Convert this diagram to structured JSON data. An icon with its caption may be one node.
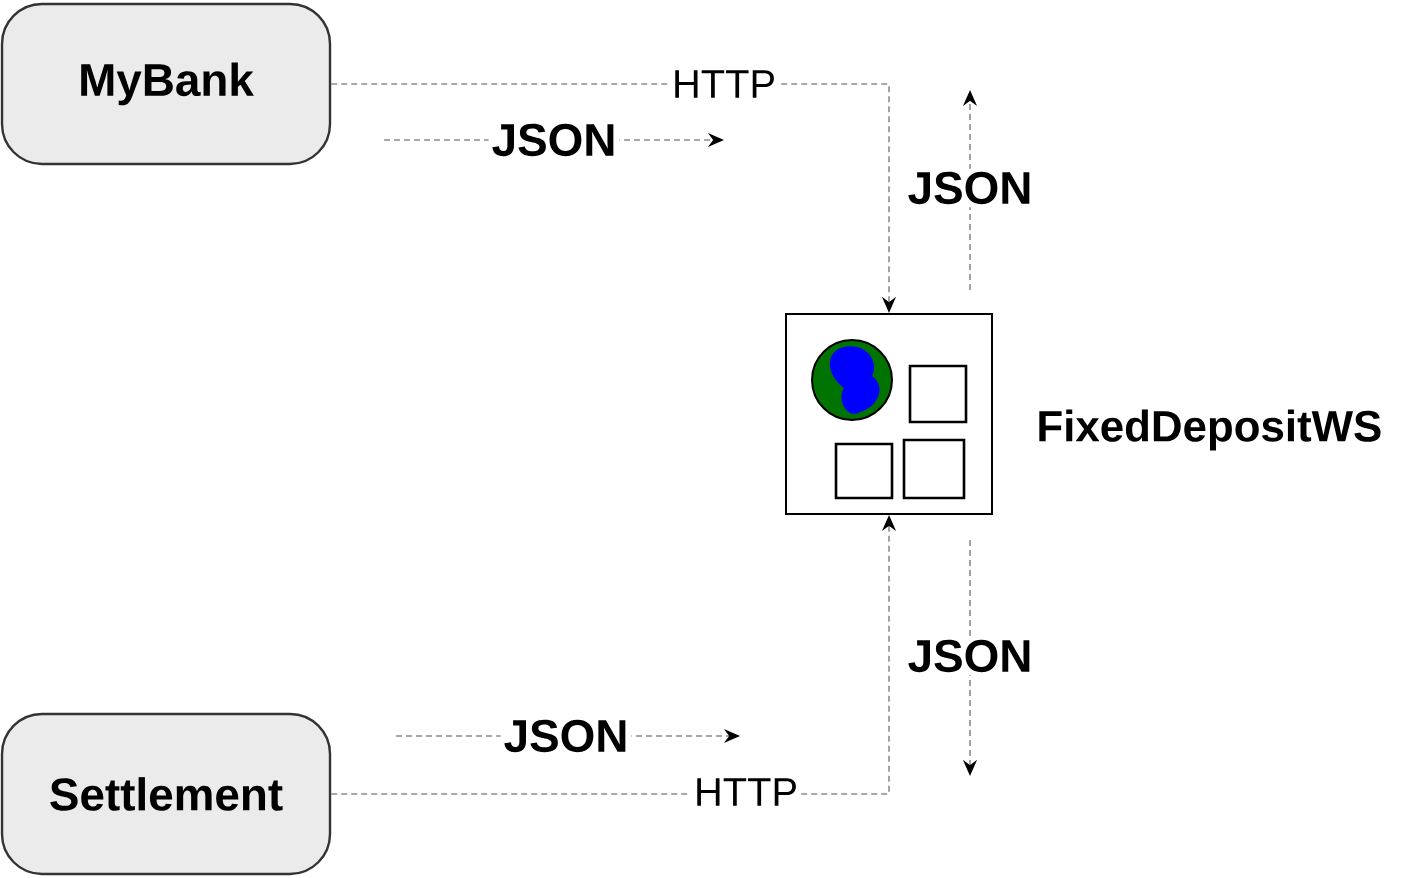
{
  "diagram": {
    "nodes": [
      {
        "text": [
          "MyBank"
        ]
      },
      {
        "text": [
          "Settlement"
        ]
      },
      {
        "text": [],
        "shape": "box",
        "beside": [
          "FixedDepositWS"
        ]
      }
    ],
    "edges": [
      {
        "from": 0,
        "to": 2,
        "arrow": "to",
        "label": "HTTP",
        "style": "dashed"
      },
      {
        "from": 1,
        "to": 2,
        "arrow": "to",
        "label": "HTTP",
        "style": "dashed"
      }
    ],
    "labels": [
      "JSON",
      "JSON",
      "JSON",
      "JSON"
    ]
  }
}
